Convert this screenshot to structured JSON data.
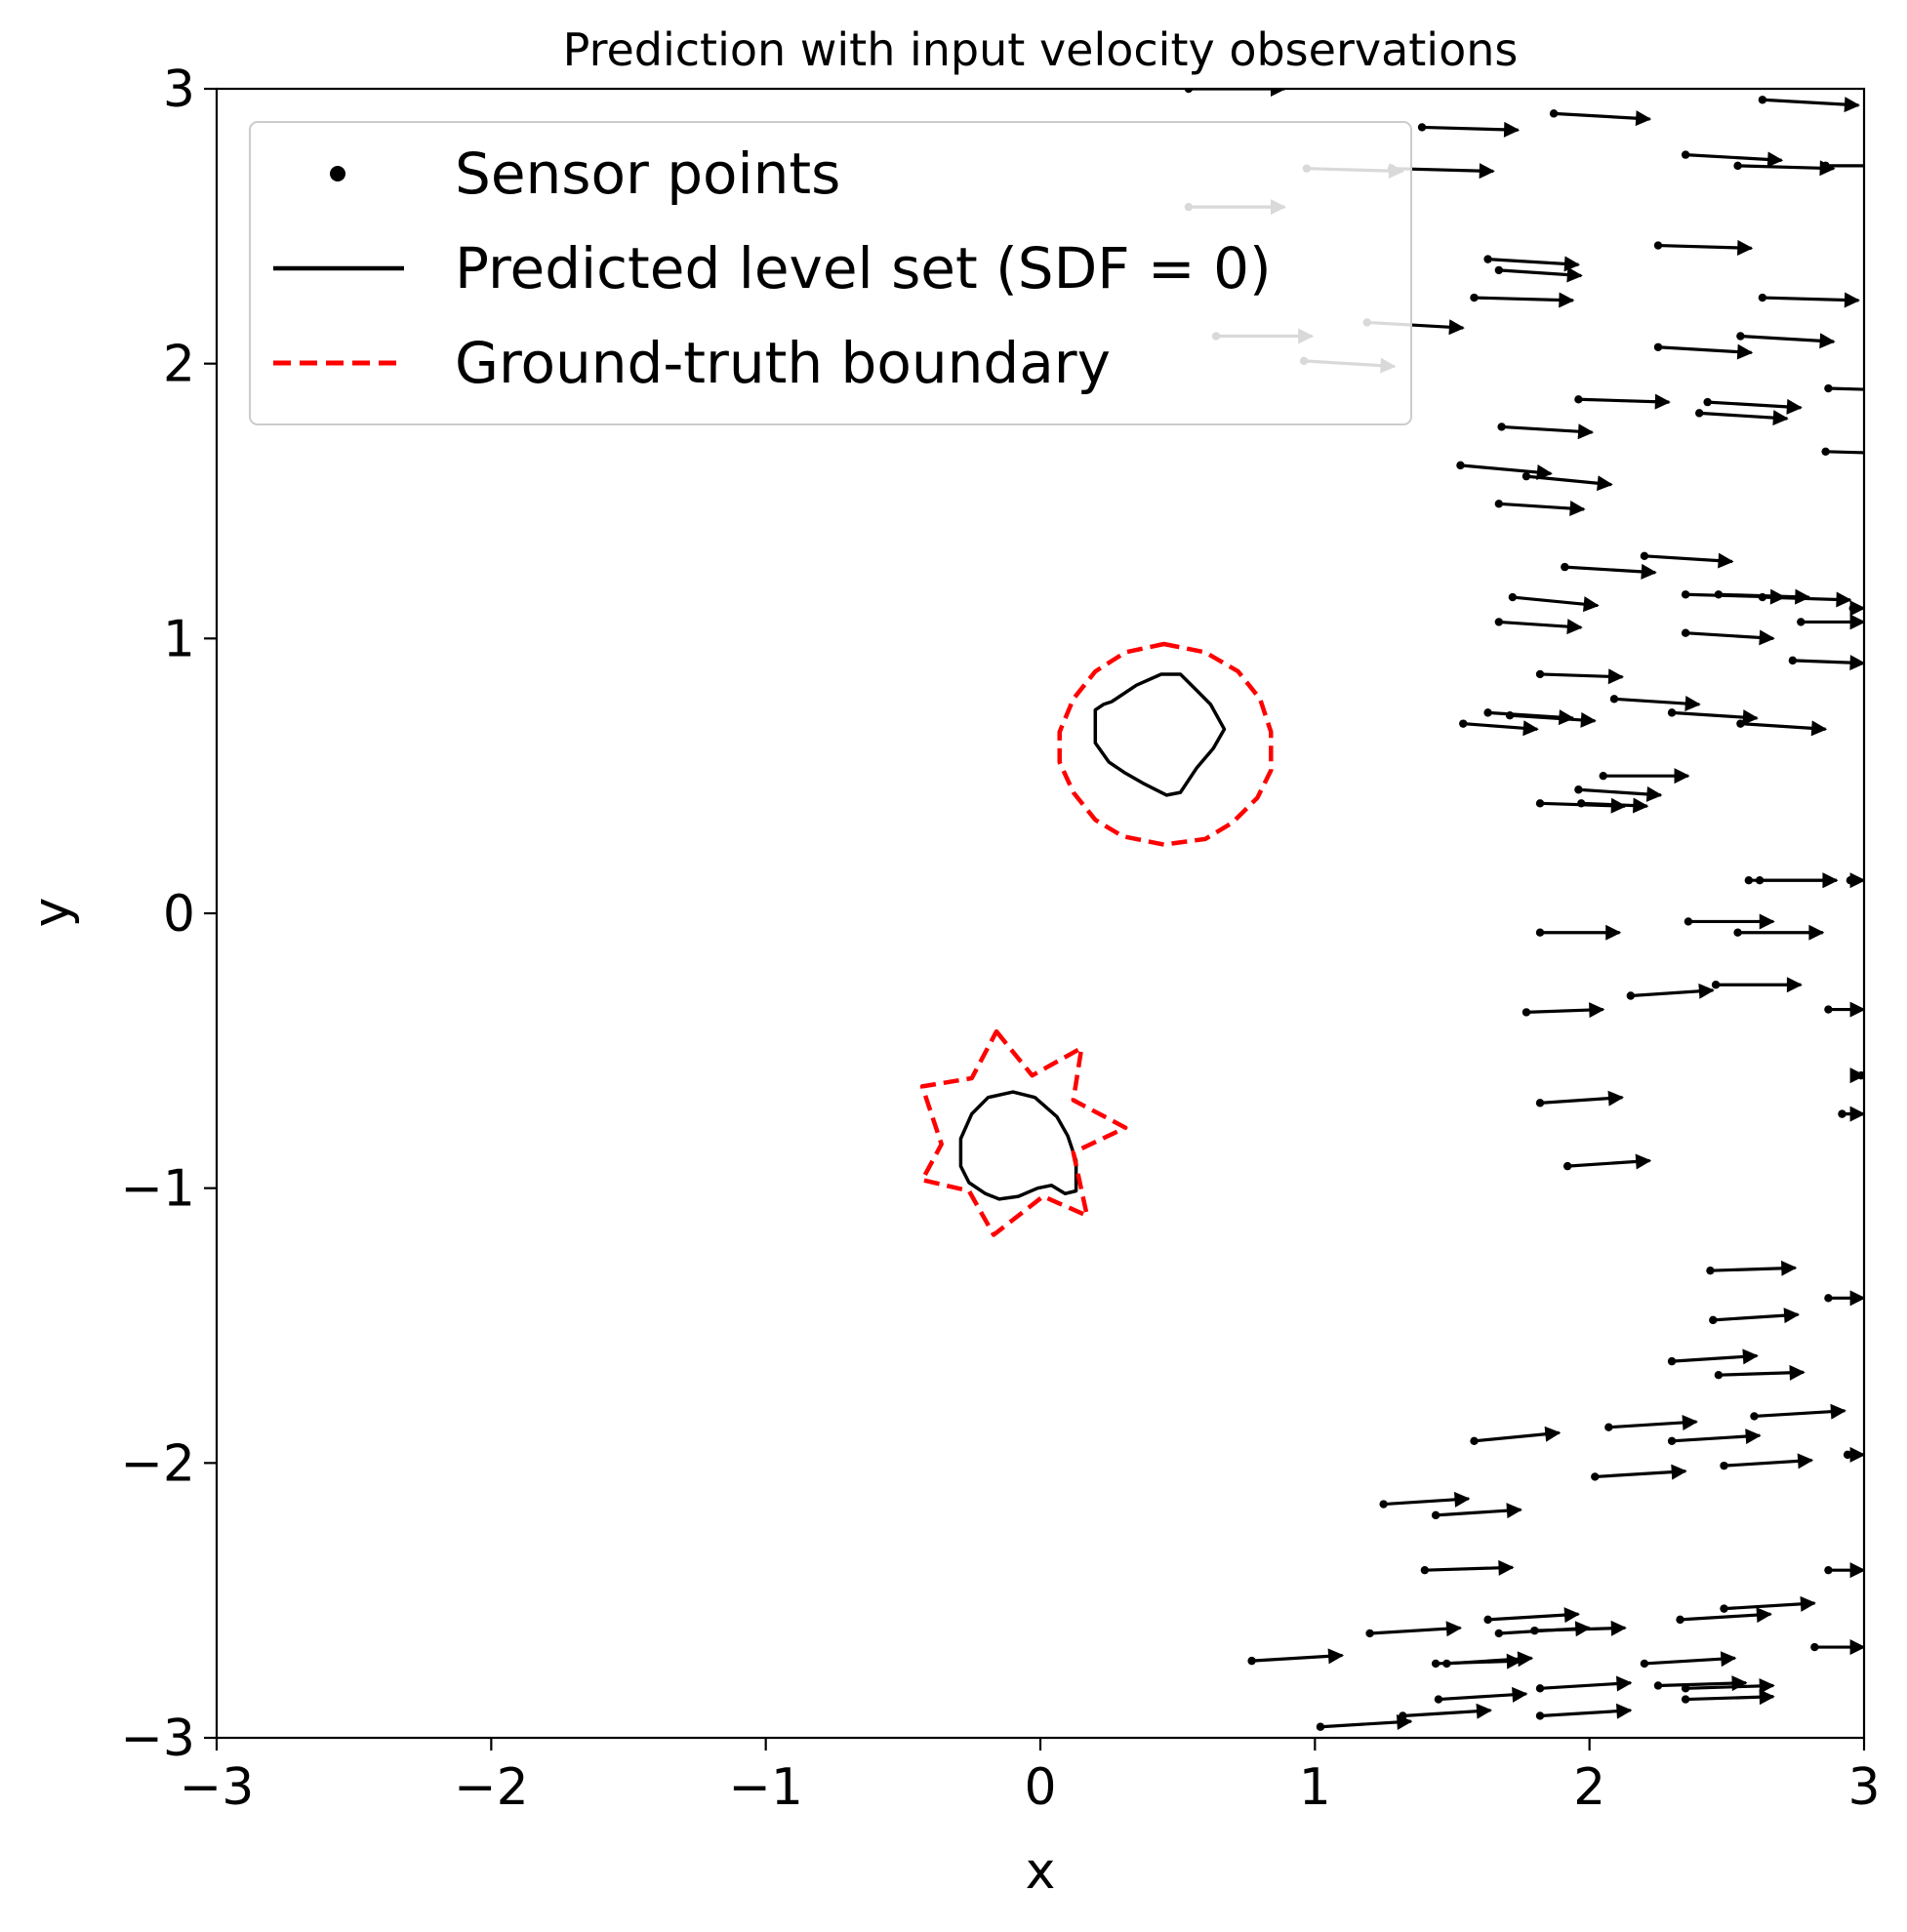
{
  "chart_data": {
    "type": "scatter",
    "title": "Prediction with input velocity observations",
    "xlabel": "x",
    "ylabel": "y",
    "xlim": [
      -3,
      3
    ],
    "ylim": [
      -3,
      3
    ],
    "xticks": [
      -3,
      -2,
      -1,
      0,
      1,
      2,
      3
    ],
    "yticks": [
      -3,
      -2,
      -1,
      0,
      1,
      2,
      3
    ],
    "xtick_labels": [
      "−3",
      "−2",
      "−1",
      "0",
      "1",
      "2",
      "3"
    ],
    "ytick_labels": [
      "−3",
      "−2",
      "−1",
      "0",
      "1",
      "2",
      "3"
    ],
    "grid": false,
    "legend": {
      "placement": "upper-left",
      "entries": [
        {
          "label": "Sensor points",
          "marker": "dot",
          "color": "#000000"
        },
        {
          "label": "Predicted level set (SDF = 0)",
          "line": "solid",
          "color": "#000000"
        },
        {
          "label": "Ground-truth boundary",
          "line": "dashed",
          "color": "#ff0000"
        }
      ]
    },
    "series": [
      {
        "name": "Sensor points",
        "kind": "quiver",
        "color": "#000000",
        "points": [
          [
            0.54,
            3.0,
            0.35,
            0.0
          ],
          [
            1.39,
            2.86,
            0.35,
            -0.01
          ],
          [
            1.87,
            2.91,
            0.35,
            -0.02
          ],
          [
            2.63,
            2.96,
            0.35,
            -0.02
          ],
          [
            0.97,
            2.71,
            0.35,
            -0.01
          ],
          [
            1.28,
            2.71,
            0.37,
            -0.01
          ],
          [
            2.35,
            2.76,
            0.35,
            -0.02
          ],
          [
            2.54,
            2.72,
            0.35,
            -0.01
          ],
          [
            2.86,
            2.72,
            0.35,
            0.0
          ],
          [
            0.54,
            2.57,
            0.35,
            0.0
          ],
          [
            2.25,
            2.43,
            0.34,
            -0.01
          ],
          [
            1.63,
            2.38,
            0.33,
            -0.02
          ],
          [
            1.67,
            2.34,
            0.3,
            -0.02
          ],
          [
            1.58,
            2.24,
            0.36,
            -0.01
          ],
          [
            2.63,
            2.24,
            0.35,
            -0.01
          ],
          [
            0.64,
            2.1,
            0.35,
            0.0
          ],
          [
            1.19,
            2.15,
            0.35,
            -0.02
          ],
          [
            2.55,
            2.1,
            0.34,
            -0.02
          ],
          [
            0.96,
            2.01,
            0.33,
            -0.02
          ],
          [
            2.25,
            2.06,
            0.34,
            -0.02
          ],
          [
            1.96,
            1.87,
            0.33,
            -0.01
          ],
          [
            2.43,
            1.86,
            0.34,
            -0.02
          ],
          [
            2.4,
            1.82,
            0.32,
            -0.02
          ],
          [
            2.87,
            1.91,
            0.35,
            -0.01
          ],
          [
            1.68,
            1.77,
            0.33,
            -0.02
          ],
          [
            2.86,
            1.68,
            0.35,
            -0.01
          ],
          [
            1.53,
            1.63,
            0.33,
            -0.03
          ],
          [
            1.77,
            1.59,
            0.31,
            -0.03
          ],
          [
            1.67,
            1.49,
            0.31,
            -0.02
          ],
          [
            2.2,
            1.3,
            0.32,
            -0.02
          ],
          [
            1.91,
            1.26,
            0.33,
            -0.02
          ],
          [
            1.72,
            1.15,
            0.31,
            -0.03
          ],
          [
            2.35,
            1.16,
            0.36,
            -0.01
          ],
          [
            2.47,
            1.16,
            0.33,
            -0.01
          ],
          [
            2.63,
            1.15,
            0.32,
            -0.01
          ],
          [
            2.96,
            1.11,
            0.04,
            0.0
          ],
          [
            1.67,
            1.06,
            0.3,
            -0.02
          ],
          [
            2.35,
            1.02,
            0.32,
            -0.02
          ],
          [
            2.77,
            1.06,
            0.23,
            0.0
          ],
          [
            1.82,
            0.87,
            0.3,
            -0.01
          ],
          [
            2.74,
            0.92,
            0.26,
            -0.01
          ],
          [
            2.09,
            0.78,
            0.31,
            -0.02
          ],
          [
            2.3,
            0.73,
            0.31,
            -0.02
          ],
          [
            1.63,
            0.73,
            0.31,
            -0.02
          ],
          [
            1.71,
            0.72,
            0.31,
            -0.02
          ],
          [
            1.54,
            0.69,
            0.27,
            -0.02
          ],
          [
            2.55,
            0.69,
            0.31,
            -0.02
          ],
          [
            2.05,
            0.5,
            0.31,
            0.0
          ],
          [
            1.96,
            0.45,
            0.3,
            -0.02
          ],
          [
            1.82,
            0.4,
            0.31,
            -0.01
          ],
          [
            1.97,
            0.4,
            0.24,
            -0.01
          ],
          [
            2.58,
            0.12,
            0.32,
            0.0
          ],
          [
            2.62,
            0.12,
            0.28,
            0.0
          ],
          [
            2.95,
            0.12,
            0.05,
            0.0
          ],
          [
            1.82,
            -0.07,
            0.29,
            0.0
          ],
          [
            2.36,
            -0.03,
            0.31,
            0.0
          ],
          [
            2.54,
            -0.07,
            0.31,
            0.0
          ],
          [
            2.46,
            -0.26,
            0.31,
            0.0
          ],
          [
            1.77,
            -0.36,
            0.28,
            0.01
          ],
          [
            2.15,
            -0.3,
            0.3,
            0.02
          ],
          [
            2.87,
            -0.35,
            0.13,
            0.0
          ],
          [
            2.99,
            -0.59,
            0.01,
            0.0
          ],
          [
            1.82,
            -0.69,
            0.3,
            0.02
          ],
          [
            2.92,
            -0.73,
            0.08,
            0.0
          ],
          [
            1.92,
            -0.92,
            0.3,
            0.02
          ],
          [
            2.44,
            -1.3,
            0.31,
            0.01
          ],
          [
            2.87,
            -1.4,
            0.13,
            0.0
          ],
          [
            2.45,
            -1.48,
            0.31,
            0.02
          ],
          [
            2.3,
            -1.63,
            0.31,
            0.02
          ],
          [
            2.47,
            -1.68,
            0.31,
            0.01
          ],
          [
            2.6,
            -1.83,
            0.33,
            0.02
          ],
          [
            2.07,
            -1.87,
            0.32,
            0.02
          ],
          [
            1.58,
            -1.92,
            0.31,
            0.03
          ],
          [
            2.3,
            -1.92,
            0.32,
            0.02
          ],
          [
            2.49,
            -2.01,
            0.32,
            0.02
          ],
          [
            2.94,
            -1.97,
            0.06,
            0.0
          ],
          [
            2.02,
            -2.05,
            0.33,
            0.02
          ],
          [
            1.25,
            -2.15,
            0.31,
            0.02
          ],
          [
            1.44,
            -2.19,
            0.31,
            0.02
          ],
          [
            1.4,
            -2.39,
            0.32,
            0.01
          ],
          [
            2.87,
            -2.39,
            0.13,
            0.0
          ],
          [
            2.33,
            -2.57,
            0.33,
            0.02
          ],
          [
            2.49,
            -2.53,
            0.33,
            0.02
          ],
          [
            1.63,
            -2.57,
            0.33,
            0.02
          ],
          [
            1.2,
            -2.62,
            0.33,
            0.02
          ],
          [
            1.67,
            -2.62,
            0.33,
            0.02
          ],
          [
            1.8,
            -2.61,
            0.33,
            0.01
          ],
          [
            0.77,
            -2.72,
            0.33,
            0.02
          ],
          [
            1.44,
            -2.73,
            0.31,
            0.01
          ],
          [
            1.48,
            -2.73,
            0.31,
            0.02
          ],
          [
            2.2,
            -2.73,
            0.33,
            0.02
          ],
          [
            2.82,
            -2.67,
            0.18,
            0.0
          ],
          [
            1.82,
            -2.82,
            0.33,
            0.02
          ],
          [
            2.25,
            -2.81,
            0.32,
            0.01
          ],
          [
            2.35,
            -2.82,
            0.32,
            0.01
          ],
          [
            1.45,
            -2.86,
            0.32,
            0.02
          ],
          [
            2.35,
            -2.86,
            0.32,
            0.01
          ],
          [
            1.02,
            -2.96,
            0.33,
            0.02
          ],
          [
            1.32,
            -2.92,
            0.32,
            0.02
          ],
          [
            1.82,
            -2.92,
            0.33,
            0.02
          ]
        ]
      },
      {
        "name": "Predicted level set (SDF = 0)",
        "kind": "closed-contours",
        "color": "#000000",
        "style": "solid",
        "contours": [
          [
            [
              0.26,
              0.77
            ],
            [
              0.35,
              0.83
            ],
            [
              0.44,
              0.87
            ],
            [
              0.51,
              0.87
            ],
            [
              0.57,
              0.81
            ],
            [
              0.62,
              0.76
            ],
            [
              0.67,
              0.67
            ],
            [
              0.63,
              0.6
            ],
            [
              0.57,
              0.53
            ],
            [
              0.51,
              0.44
            ],
            [
              0.46,
              0.43
            ],
            [
              0.38,
              0.47
            ],
            [
              0.31,
              0.51
            ],
            [
              0.25,
              0.55
            ],
            [
              0.2,
              0.62
            ],
            [
              0.2,
              0.74
            ],
            [
              0.23,
              0.76
            ]
          ],
          [
            [
              -0.1,
              -0.65
            ],
            [
              -0.02,
              -0.67
            ],
            [
              0.06,
              -0.74
            ],
            [
              0.1,
              -0.81
            ],
            [
              0.13,
              -0.9
            ],
            [
              0.13,
              -1.01
            ],
            [
              0.09,
              -1.02
            ],
            [
              0.04,
              -0.99
            ],
            [
              -0.01,
              -1.0
            ],
            [
              -0.08,
              -1.03
            ],
            [
              -0.15,
              -1.04
            ],
            [
              -0.2,
              -1.02
            ],
            [
              -0.26,
              -0.98
            ],
            [
              -0.29,
              -0.92
            ],
            [
              -0.29,
              -0.82
            ],
            [
              -0.25,
              -0.73
            ],
            [
              -0.19,
              -0.67
            ]
          ]
        ]
      },
      {
        "name": "Ground-truth boundary",
        "kind": "closed-contours",
        "color": "#ff0000",
        "style": "dashed",
        "contours": [
          [
            [
              0.45,
              0.98
            ],
            [
              0.6,
              0.95
            ],
            [
              0.72,
              0.88
            ],
            [
              0.8,
              0.78
            ],
            [
              0.84,
              0.66
            ],
            [
              0.84,
              0.52
            ],
            [
              0.79,
              0.42
            ],
            [
              0.7,
              0.33
            ],
            [
              0.6,
              0.27
            ],
            [
              0.45,
              0.25
            ],
            [
              0.3,
              0.28
            ],
            [
              0.2,
              0.34
            ],
            [
              0.12,
              0.44
            ],
            [
              0.07,
              0.55
            ],
            [
              0.07,
              0.66
            ],
            [
              0.12,
              0.78
            ],
            [
              0.2,
              0.88
            ],
            [
              0.31,
              0.95
            ]
          ],
          [
            [
              -0.16,
              -0.43
            ],
            [
              -0.03,
              -0.59
            ],
            [
              0.15,
              -0.49
            ],
            [
              0.12,
              -0.68
            ],
            [
              0.31,
              -0.78
            ],
            [
              0.12,
              -0.87
            ],
            [
              0.17,
              -1.1
            ],
            [
              0.01,
              -1.03
            ],
            [
              -0.17,
              -1.17
            ],
            [
              -0.26,
              -1.01
            ],
            [
              -0.43,
              -0.97
            ],
            [
              -0.36,
              -0.84
            ],
            [
              -0.43,
              -0.63
            ],
            [
              -0.25,
              -0.6
            ]
          ]
        ]
      }
    ]
  }
}
